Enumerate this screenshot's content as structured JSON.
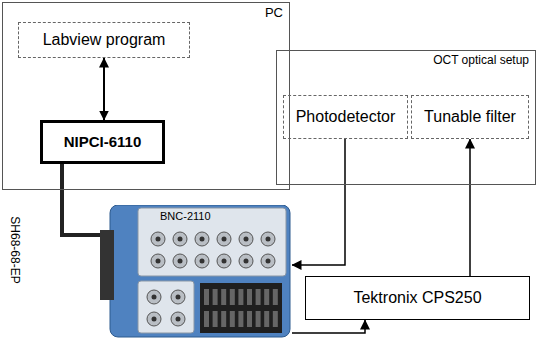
{
  "diagram": {
    "nodes": [
      {
        "text": [
          "PC"
        ]
      },
      {
        "text": [
          "Labview program"
        ],
        "in": 0
      },
      {
        "text": [
          "NIPCI-6110"
        ],
        "in": 0
      },
      {
        "text": [
          "OCT optical setup"
        ]
      },
      {
        "text": [
          "Photodetector"
        ],
        "in": 3
      },
      {
        "text": [
          "Tunable filter"
        ],
        "in": 3
      },
      {
        "text": [
          "BNC-2110"
        ]
      },
      {
        "text": [
          "Tektronix CPS250"
        ]
      }
    ],
    "edges": [
      {
        "from": 1,
        "to": 2,
        "arrow": "both"
      },
      {
        "from": 2,
        "to": 6,
        "label": "SH68-68-EP",
        "arrow": "none"
      },
      {
        "from": 4,
        "to": 6,
        "arrow": "to"
      },
      {
        "from": 6,
        "to": 7,
        "arrow": "to"
      },
      {
        "from": 7,
        "to": 5,
        "arrow": "to"
      }
    ]
  }
}
